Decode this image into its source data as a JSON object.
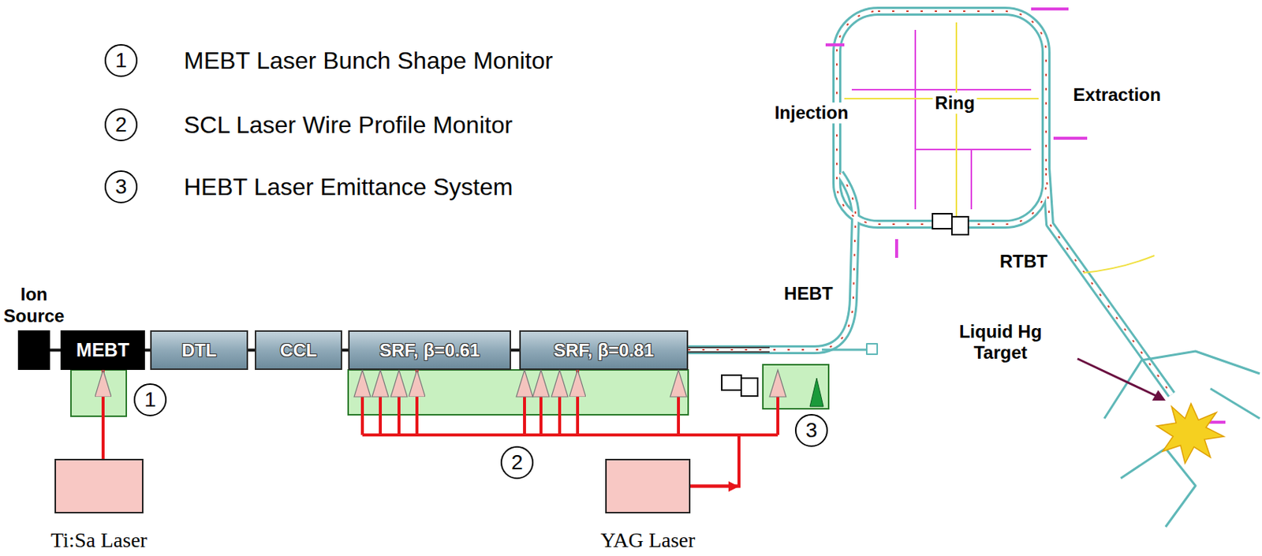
{
  "diagram": {
    "nodes": [
      {
        "text": [
          "Ion Source"
        ]
      },
      {
        "text": [
          "MEBT"
        ]
      },
      {
        "text": [
          "DTL"
        ]
      },
      {
        "text": [
          "CCL"
        ]
      },
      {
        "text": [
          "SRF, β=0.61"
        ]
      },
      {
        "text": [
          "SRF, β=0.81"
        ]
      },
      {
        "text": [
          "Ti:Sa Laser"
        ]
      },
      {
        "text": [
          "YAG Laser"
        ]
      }
    ],
    "edges": [
      {
        "from": 0,
        "to": 1,
        "arrow": "none"
      },
      {
        "from": 1,
        "to": 2,
        "arrow": "none"
      },
      {
        "from": 2,
        "to": 3,
        "arrow": "none"
      },
      {
        "from": 3,
        "to": 4,
        "arrow": "none"
      },
      {
        "from": 4,
        "to": 5,
        "arrow": "none"
      },
      {
        "from": 6,
        "to": 1,
        "arrow": "to"
      },
      {
        "from": 7,
        "to": 4,
        "arrow": "to"
      },
      {
        "from": 7,
        "to": 5,
        "arrow": "to"
      }
    ],
    "labels": [
      "1",
      "MEBT Laser Bunch Shape Monitor",
      "2",
      "SCL Laser Wire Profile Monitor",
      "3",
      "HEBT Laser Emittance System",
      "Injection",
      "Ring",
      "Extraction",
      "HEBT",
      "RTBT",
      "Liquid Hg Target",
      "1",
      "2",
      "3"
    ]
  }
}
